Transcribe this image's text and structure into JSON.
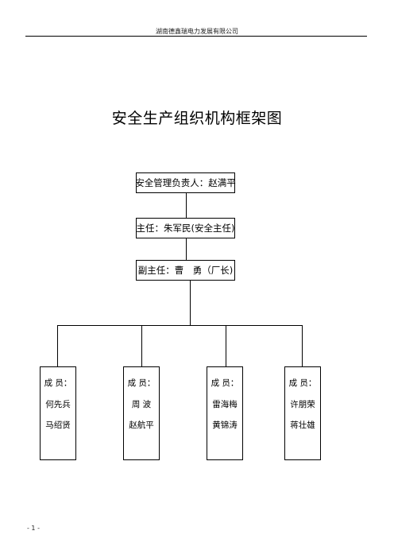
{
  "header": {
    "text": "湖南德鑫瑞电力发展有限公司"
  },
  "title": "安全生产组织机构框架图",
  "org": {
    "level1": "安全管理负责人：赵满平",
    "level2": "主任：朱军民(安全主任)",
    "level3": "副主任：曹　勇（厂长)"
  },
  "members": [
    {
      "label": "成 员：",
      "names": [
        "何先兵",
        "马绍贤"
      ]
    },
    {
      "label": "成 员：",
      "names": [
        "周 波",
        "赵航平"
      ]
    },
    {
      "label": "成 员：",
      "names": [
        "雷海梅",
        "黄锦涛"
      ]
    },
    {
      "label": "成 员：",
      "names": [
        "许朋荣",
        "蒋壮雄"
      ]
    }
  ],
  "footer": {
    "page_number": "- 1 -"
  }
}
